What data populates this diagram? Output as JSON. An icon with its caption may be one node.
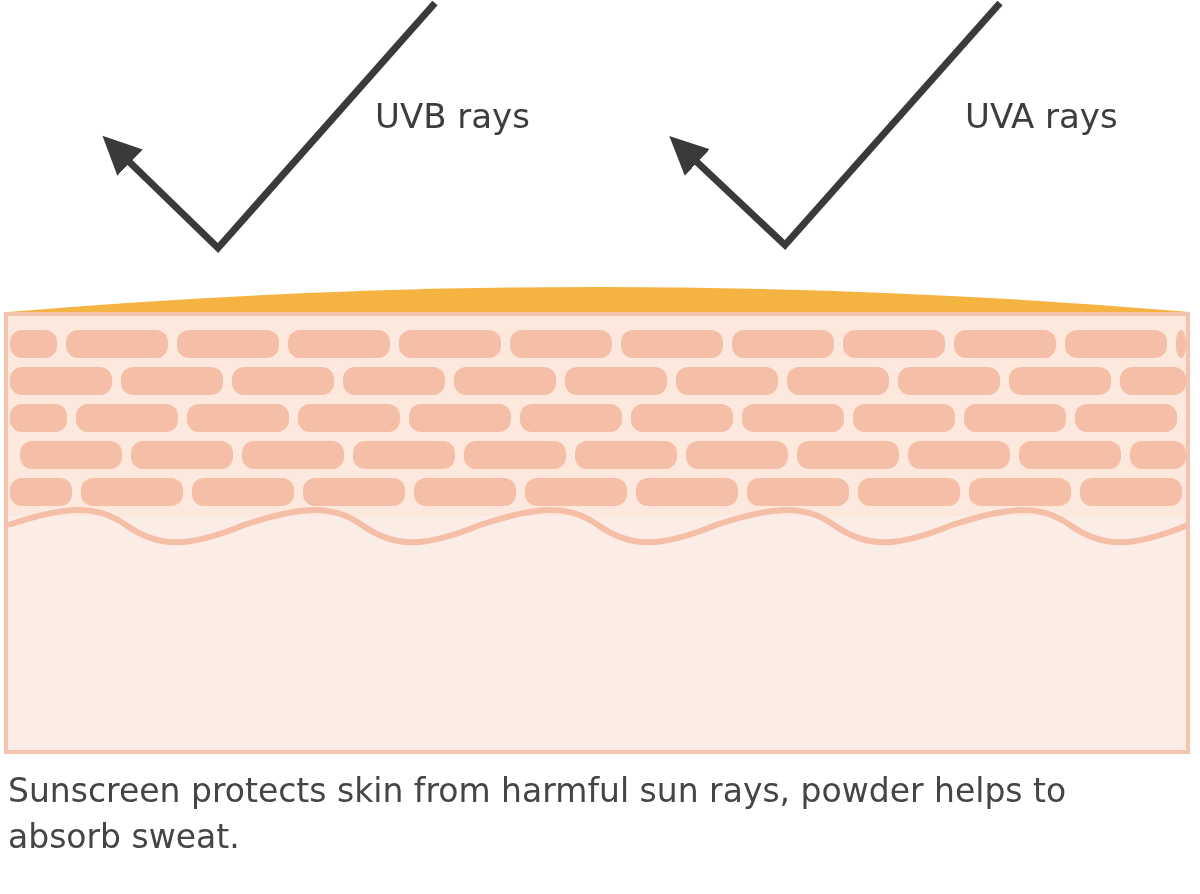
{
  "diagram": {
    "caption": "Sunscreen protects skin from harmful sun rays, powder helps to absorb sweat.",
    "labels": [
      "UVB rays",
      "UVA rays"
    ]
  }
}
